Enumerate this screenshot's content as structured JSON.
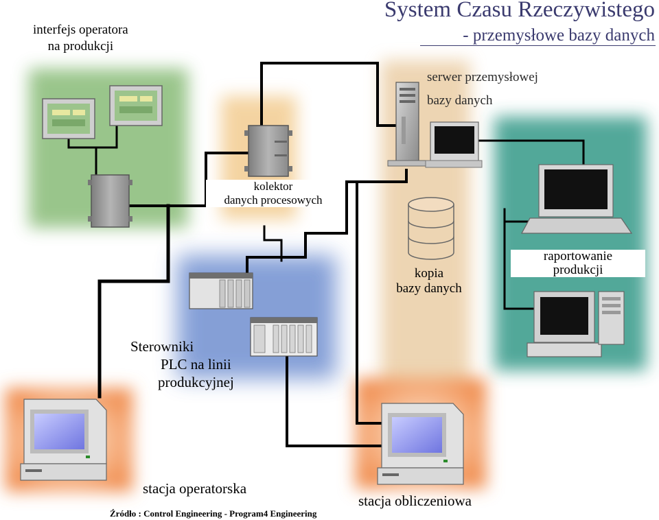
{
  "header": {
    "title": "System Czasu Rzeczywistego",
    "subtitle": "- przemysłowe bazy danych"
  },
  "labels": {
    "operator_interface": [
      "interfejs operatora",
      "na produkcji"
    ],
    "server": [
      "serwer przemysłowej",
      "bazy danych"
    ],
    "collector": [
      "kolektor",
      "danych procesowych"
    ],
    "db_copy": [
      "kopia",
      "bazy danych"
    ],
    "reporting": [
      "raportowanie",
      "produkcji"
    ],
    "plc": [
      "Sterowniki",
      "PLC na linii",
      "produkcyjnej"
    ],
    "operator_station": "stacja operatorska",
    "compute_station": "stacja obliczeniowa"
  },
  "source_note": "Źródło : Control Engineering - Program4 Engineering",
  "colors": {
    "title": "#3a3a6e",
    "cable": "#000000",
    "zone_operator_interface": "#8fbf7f",
    "zone_collector": "#f2c98a",
    "zone_server": "#e8c79a",
    "zone_reporting": "#3f9f8f",
    "zone_plc": "#6f8fd0",
    "zone_stations": "#f08a4a"
  }
}
